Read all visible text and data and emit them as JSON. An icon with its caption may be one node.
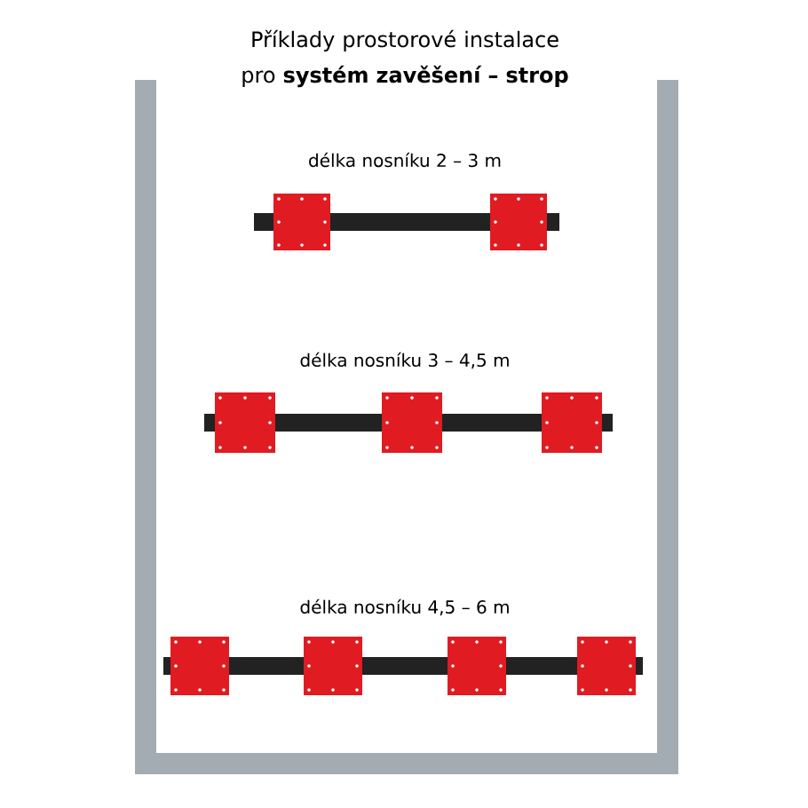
{
  "diagram": {
    "title": "Příklady prostorové instalace pro **systém zavěšení – strop**",
    "labels": [
      "délka nosníku 2 – 3 m",
      "délka nosníku 3 – 4,5 m",
      "délka nosníku 4,5 – 6 m"
    ]
  }
}
